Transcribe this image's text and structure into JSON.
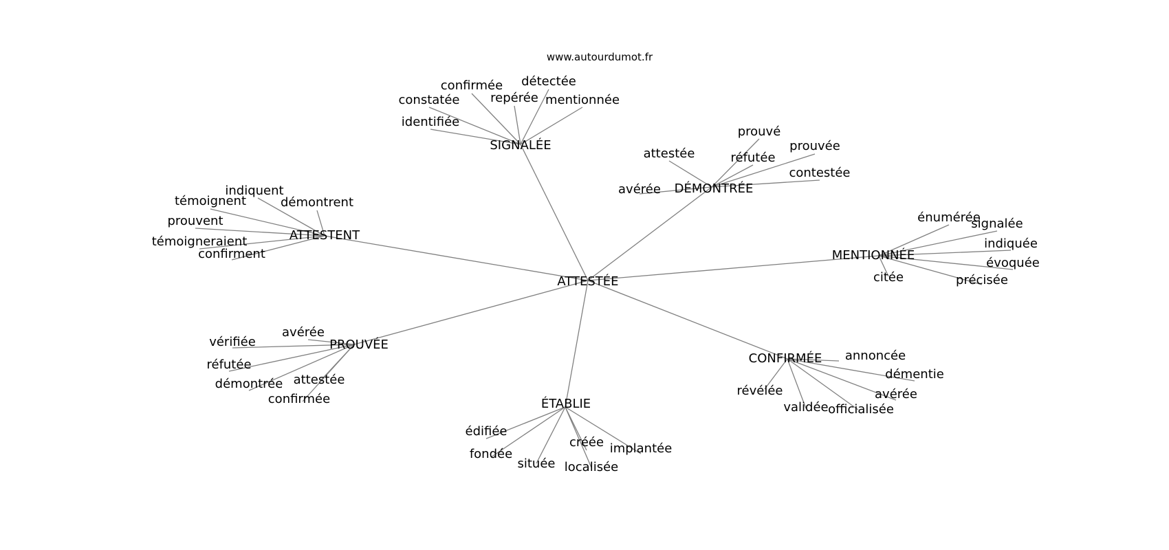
{
  "site": "www.autourdumot.fr",
  "colors": {
    "edge": "#808080",
    "text": "#000000",
    "background": "#ffffff"
  },
  "root": "ATTESTÉE",
  "groups": [
    {
      "hub": "SIGNALÉE",
      "words": [
        "confirmée",
        "détectée",
        "constatée",
        "repérée",
        "mentionnée",
        "identifiée"
      ]
    },
    {
      "hub": "DÉMONTRÉE",
      "words": [
        "prouvé",
        "attestée",
        "réfutée",
        "prouvée",
        "contestée",
        "avérée"
      ]
    },
    {
      "hub": "ATTESTENT",
      "words": [
        "indiquent",
        "témoignent",
        "démontrent",
        "prouvent",
        "témoigneraient",
        "confirment"
      ]
    },
    {
      "hub": "MENTIONNÉE",
      "words": [
        "énumérée",
        "signalée",
        "indiquée",
        "évoquée",
        "citée",
        "précisée"
      ]
    },
    {
      "hub": "PROUVÉE",
      "words": [
        "avérée",
        "vérifiée",
        "réfutée",
        "démontrée",
        "attestée",
        "confirmée"
      ]
    },
    {
      "hub": "CONFIRMÉE",
      "words": [
        "annoncée",
        "démentie",
        "révélée",
        "avérée",
        "validée",
        "officialisée"
      ]
    },
    {
      "hub": "ÉTABLIE",
      "words": [
        "édifiée",
        "fondée",
        "créée",
        "implantée",
        "située",
        "localisée"
      ]
    }
  ]
}
